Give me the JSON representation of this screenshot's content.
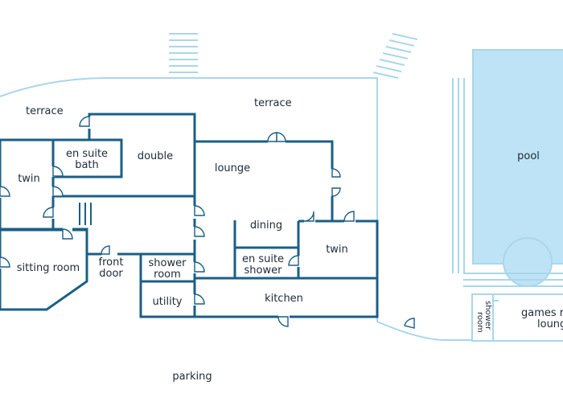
{
  "colors": {
    "wall": "#1a5f86",
    "outline": "#a9d6ea",
    "pool": "#bfe3f6",
    "text": "#1e2a38"
  },
  "labels": {
    "terrace_left": "terrace",
    "terrace_top": "terrace",
    "en_suite_bath_1": "en suite",
    "en_suite_bath_2": "bath",
    "double": "double",
    "lounge": "lounge",
    "twin_left": "twin",
    "dining": "dining",
    "sitting_room": "sitting room",
    "front_door_1": "front",
    "front_door_2": "door",
    "shower_room_1": "shower",
    "shower_room_2": "room",
    "en_suite_shower_1": "en suite",
    "en_suite_shower_2": "shower",
    "twin_right": "twin",
    "utility": "utility",
    "kitchen": "kitchen",
    "pool": "pool",
    "games_room_1": "games room",
    "games_room_2": "lounge",
    "pool_shower_1": "shower",
    "pool_shower_2": "room",
    "parking": "parking"
  }
}
